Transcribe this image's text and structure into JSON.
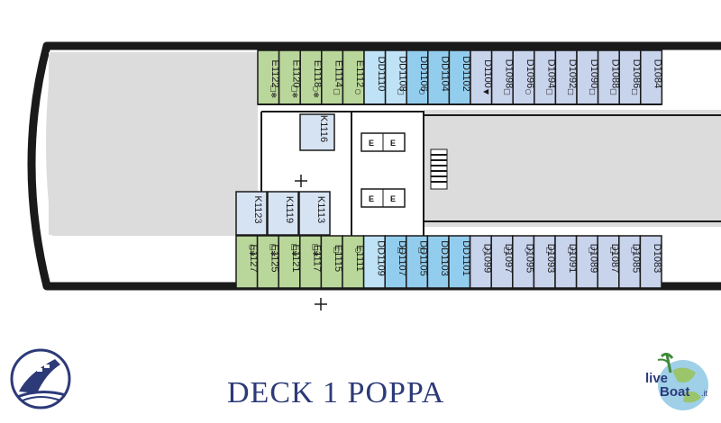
{
  "deck_title": "DECK 1 POPPA",
  "colors": {
    "green": "#b9d79a",
    "light_blue": "#bfe2f6",
    "dark_blue": "#93cdee",
    "lavender": "#c8d3ec",
    "corridor": "#dcdcdc",
    "hull_outline": "#1a1a1a",
    "title": "#2d3a78"
  },
  "top_row": [
    {
      "id": "E1122",
      "sym": "□✻",
      "color": "green"
    },
    {
      "id": "E1120",
      "sym": "□✻",
      "color": "green"
    },
    {
      "id": "E1118",
      "sym": "○✻",
      "color": "green"
    },
    {
      "id": "E1114",
      "sym": "□",
      "color": "green"
    },
    {
      "id": "E1112",
      "sym": "○",
      "color": "green"
    },
    {
      "id": "DD1110",
      "sym": "",
      "color": "light_blue"
    },
    {
      "id": "DD1108",
      "sym": "□",
      "color": "light_blue"
    },
    {
      "id": "DD1106",
      "sym": "○",
      "color": "dark_blue"
    },
    {
      "id": "DD1104",
      "sym": "",
      "color": "dark_blue"
    },
    {
      "id": "DD1102",
      "sym": "",
      "color": "dark_blue"
    },
    {
      "id": "D1100",
      "sym": "▼",
      "color": "lavender"
    },
    {
      "id": "D1098",
      "sym": "□",
      "color": "lavender"
    },
    {
      "id": "D1096",
      "sym": "○",
      "color": "lavender"
    },
    {
      "id": "D1094",
      "sym": "□",
      "color": "lavender"
    },
    {
      "id": "D1092",
      "sym": "□",
      "color": "lavender"
    },
    {
      "id": "D1090",
      "sym": "□",
      "color": "lavender"
    },
    {
      "id": "D1088",
      "sym": "□",
      "color": "lavender"
    },
    {
      "id": "D1086",
      "sym": "□",
      "color": "lavender"
    },
    {
      "id": "D1084",
      "sym": "",
      "color": "lavender"
    }
  ],
  "bottom_row": [
    {
      "id": "E1127",
      "sym": "○✻",
      "color": "green"
    },
    {
      "id": "E1125",
      "sym": "□✻",
      "color": "green"
    },
    {
      "id": "E1121",
      "sym": "□✻",
      "color": "green"
    },
    {
      "id": "E1117",
      "sym": "□✻",
      "color": "green"
    },
    {
      "id": "E1115",
      "sym": "□",
      "color": "green"
    },
    {
      "id": "E1111",
      "sym": "○",
      "color": "green"
    },
    {
      "id": "DD1109",
      "sym": "",
      "color": "light_blue"
    },
    {
      "id": "DD1107",
      "sym": "□",
      "color": "dark_blue"
    },
    {
      "id": "DD1105",
      "sym": "□",
      "color": "dark_blue"
    },
    {
      "id": "DD1103",
      "sym": "",
      "color": "dark_blue"
    },
    {
      "id": "DD1101",
      "sym": "",
      "color": "dark_blue"
    },
    {
      "id": "D1099",
      "sym": "○",
      "color": "lavender"
    },
    {
      "id": "D1097",
      "sym": "□",
      "color": "lavender"
    },
    {
      "id": "D1095",
      "sym": "○",
      "color": "lavender"
    },
    {
      "id": "D1093",
      "sym": "□",
      "color": "lavender"
    },
    {
      "id": "D1091",
      "sym": "□",
      "color": "lavender"
    },
    {
      "id": "D1089",
      "sym": "□",
      "color": "lavender"
    },
    {
      "id": "D1087",
      "sym": "□",
      "color": "lavender"
    },
    {
      "id": "D1085",
      "sym": "□",
      "color": "lavender"
    },
    {
      "id": "D1083",
      "sym": "",
      "color": "lavender"
    }
  ],
  "inner_cabins": [
    {
      "id": "K1116"
    },
    {
      "id": "K1123"
    },
    {
      "id": "K1119"
    },
    {
      "id": "K1113"
    }
  ],
  "elevator_label": "E",
  "brand": {
    "part1": "live",
    "part2": "Boat",
    "suffix": ".it"
  }
}
